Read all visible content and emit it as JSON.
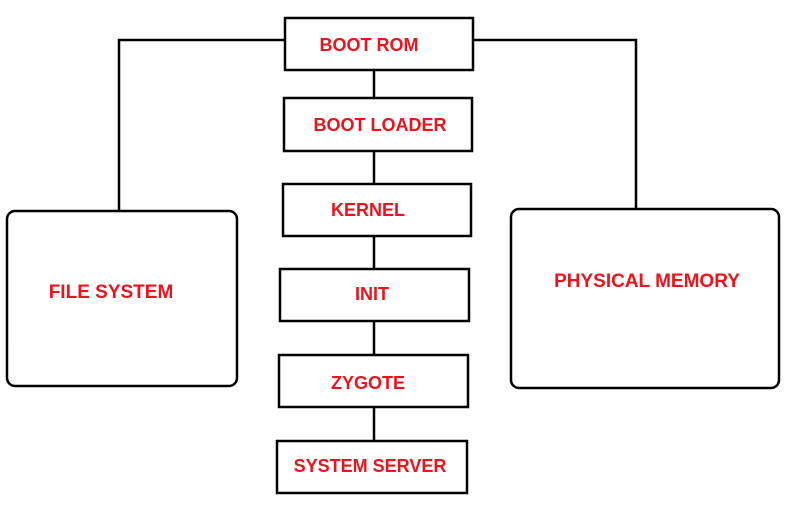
{
  "colors": {
    "label": "#e8141e",
    "stroke": "#000000",
    "background": "#ffffff"
  },
  "boxes": {
    "boot_rom": "BOOT ROM",
    "boot_loader": "BOOT LOADER",
    "kernel": "KERNEL",
    "init": "INIT",
    "zygote": "ZYGOTE",
    "system_server": "SYSTEM SERVER",
    "file_system": "FILE SYSTEM",
    "physical_memory": "PHYSICAL MEMORY"
  }
}
